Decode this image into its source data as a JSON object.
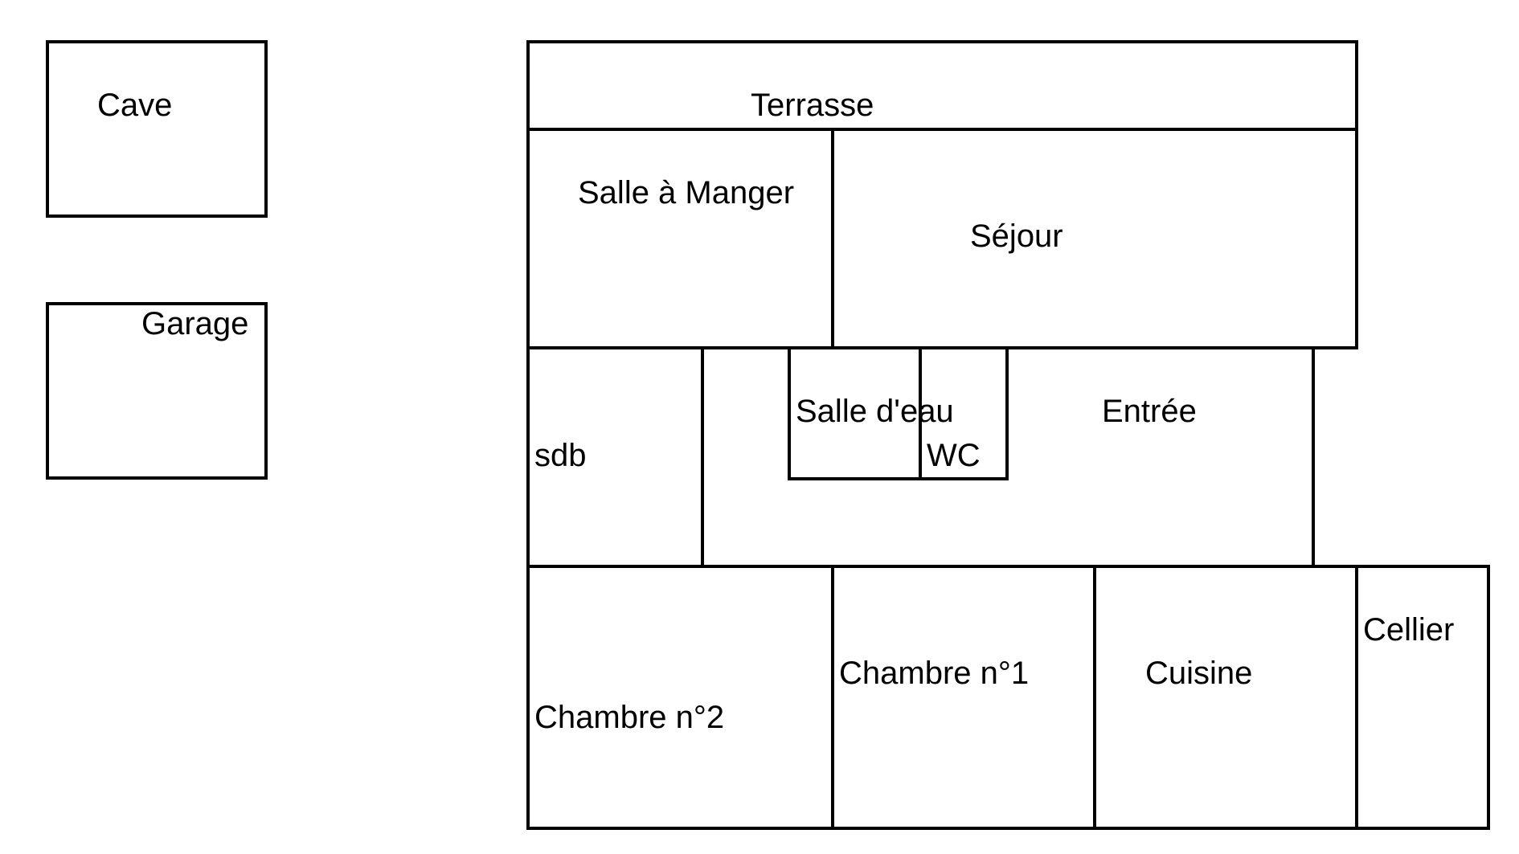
{
  "rooms": [
    {
      "id": "cave",
      "label": "Cave"
    },
    {
      "id": "garage",
      "label": "Garage"
    },
    {
      "id": "terrasse",
      "label": "Terrasse"
    },
    {
      "id": "salle-a-manger",
      "label": "Salle à Manger"
    },
    {
      "id": "sejour",
      "label": "Séjour"
    },
    {
      "id": "sdb",
      "label": "sdb"
    },
    {
      "id": "salle-d-eau",
      "label": "Salle d'eau"
    },
    {
      "id": "wc",
      "label": "WC"
    },
    {
      "id": "entree",
      "label": "Entrée"
    },
    {
      "id": "chambre-2",
      "label": "Chambre n°2"
    },
    {
      "id": "chambre-1",
      "label": "Chambre n°1"
    },
    {
      "id": "cuisine",
      "label": "Cuisine"
    },
    {
      "id": "cellier",
      "label": "Cellier"
    }
  ],
  "colors": {
    "stroke": "#000000",
    "background": "#ffffff",
    "text": "#000000"
  }
}
